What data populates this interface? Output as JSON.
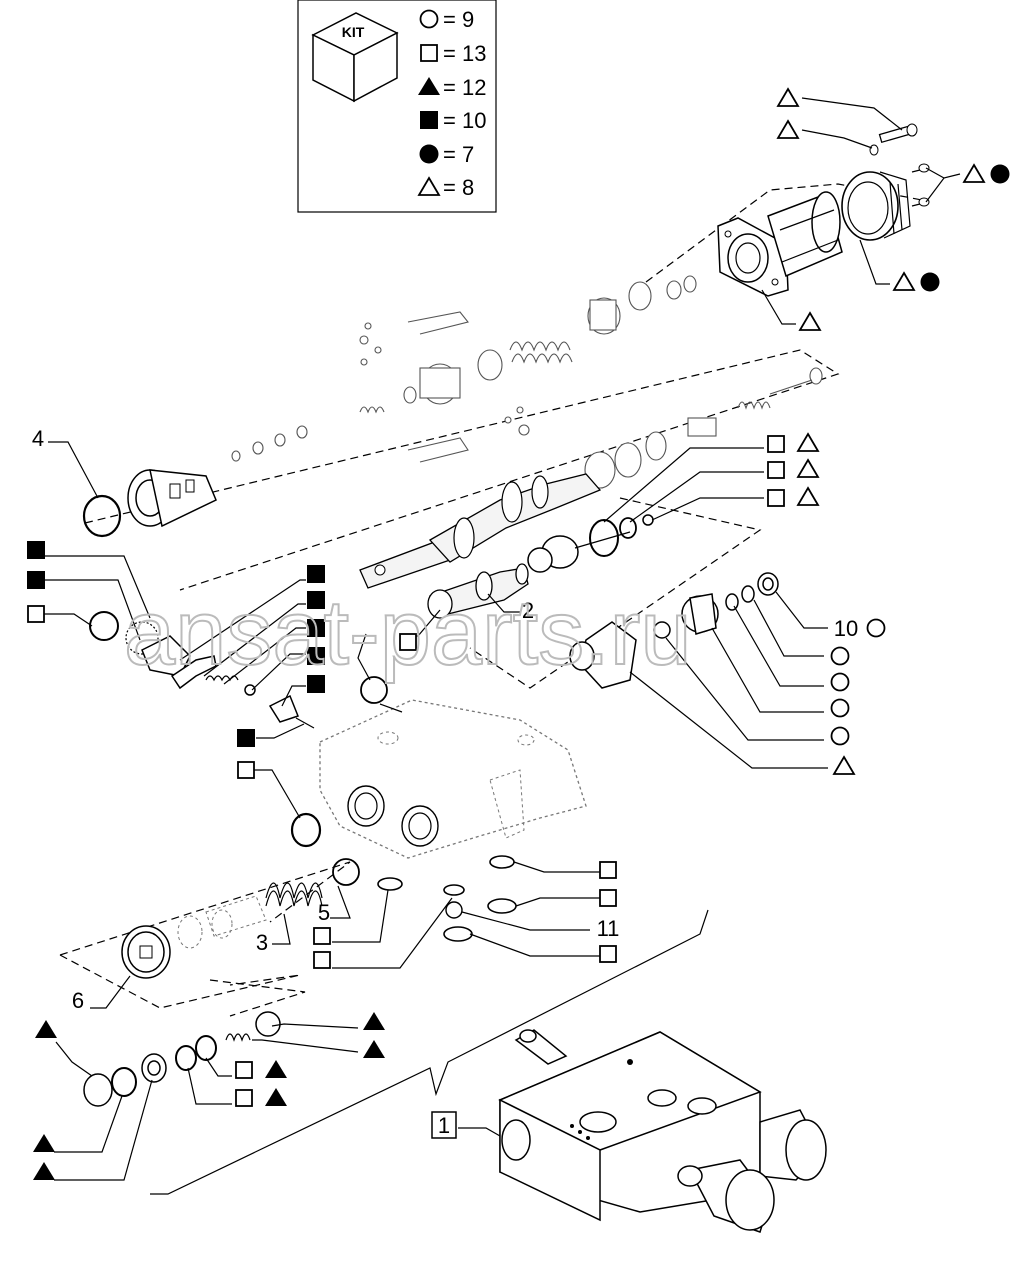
{
  "kit_box": {
    "title": "KIT",
    "legend": [
      {
        "symbol": "circle-open",
        "text": "= 9"
      },
      {
        "symbol": "square-open",
        "text": "= 13"
      },
      {
        "symbol": "triangle-filled",
        "text": "= 12"
      },
      {
        "symbol": "square-filled",
        "text": "= 10"
      },
      {
        "symbol": "circle-filled",
        "text": "= 7"
      },
      {
        "symbol": "triangle-open",
        "text": "= 8"
      }
    ]
  },
  "callouts": {
    "n1": "1",
    "n2": "2",
    "n3": "3",
    "n4": "4",
    "n5": "5",
    "n6": "6",
    "n10": "10",
    "n11": "11"
  },
  "watermark": "ansat-parts.ru",
  "colors": {
    "ink": "#000000",
    "paper": "#ffffff",
    "watermark": "#bbbbbb"
  }
}
